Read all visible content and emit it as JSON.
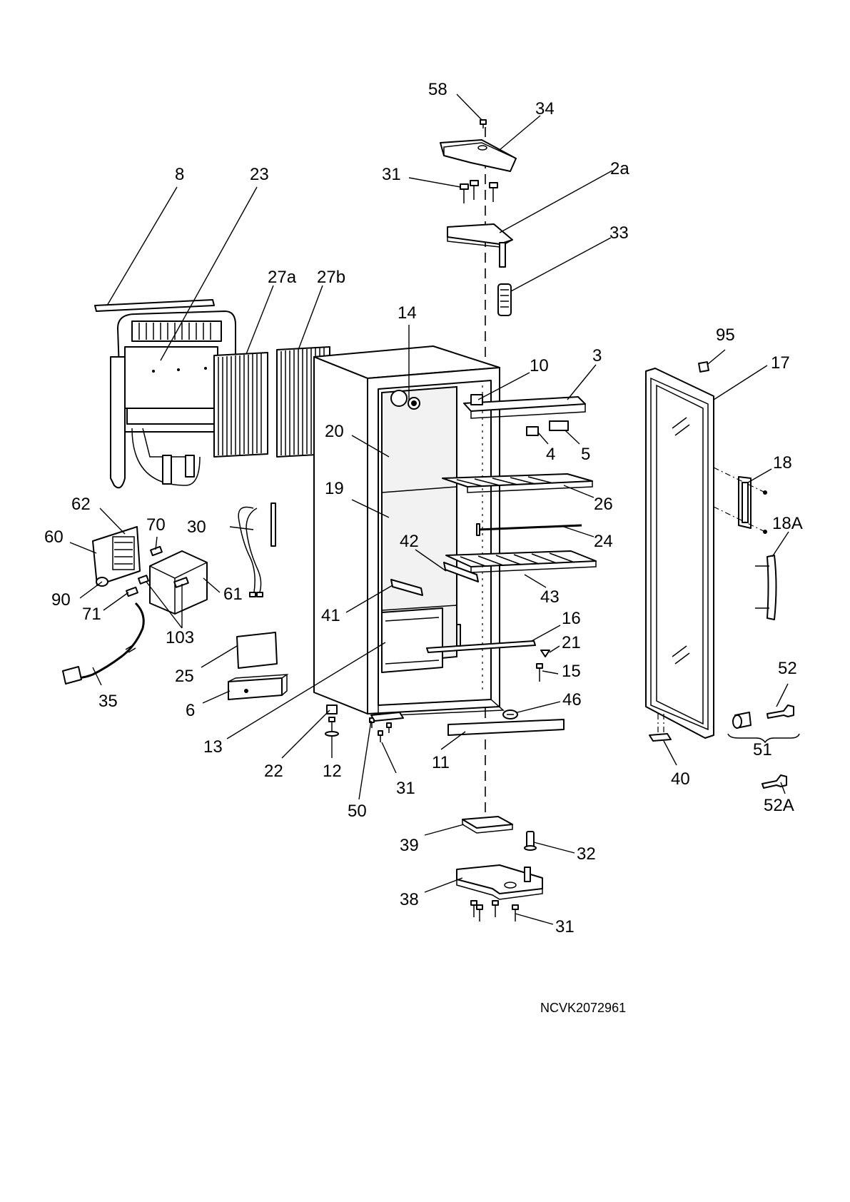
{
  "diagram": {
    "drawing_code": "NCVK2072961",
    "callouts": {
      "c58": "58",
      "c34": "34",
      "c31_top": "31",
      "c2a": "2a",
      "c33": "33",
      "c8": "8",
      "c23": "23",
      "c27a": "27a",
      "c27b": "27b",
      "c14": "14",
      "c10": "10",
      "c3": "3",
      "c95": "95",
      "c17": "17",
      "c20": "20",
      "c4": "4",
      "c5": "5",
      "c19": "19",
      "c26": "26",
      "c18": "18",
      "c62": "62",
      "c70": "70",
      "c30": "30",
      "c60": "60",
      "c24": "24",
      "c18A": "18A",
      "c42": "42",
      "c90": "90",
      "c61": "61",
      "c71": "71",
      "c43": "43",
      "c41": "41",
      "c103": "103",
      "c16": "16",
      "c21": "21",
      "c15": "15",
      "c25": "25",
      "c52": "52",
      "c35": "35",
      "c6": "6",
      "c46": "46",
      "c13": "13",
      "c51": "51",
      "c22": "22",
      "c12": "12",
      "c11": "11",
      "c40": "40",
      "c31_mid": "31",
      "c52A": "52A",
      "c50": "50",
      "c39": "39",
      "c32": "32",
      "c38": "38",
      "c31_bot": "31"
    }
  }
}
